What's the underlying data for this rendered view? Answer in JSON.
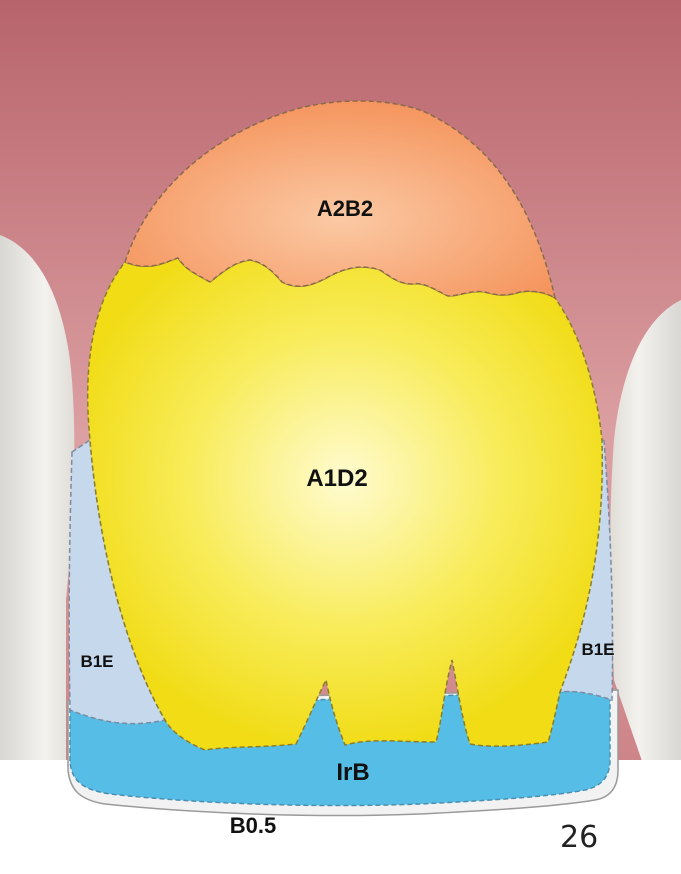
{
  "diagram": {
    "zones": [
      {
        "id": "cervical",
        "label": "A2B2",
        "color": "#f6a06a"
      },
      {
        "id": "body",
        "label": "A1D2",
        "color": "#f3e21a"
      },
      {
        "id": "left-proximal",
        "label": "B1E",
        "color": "#c6d8ec"
      },
      {
        "id": "right-proximal",
        "label": "B1E",
        "color": "#c6d8ec"
      },
      {
        "id": "incisal",
        "label": "IrB",
        "color": "#56bde6"
      },
      {
        "id": "edge",
        "label": "B0.5",
        "color": "#f2f2f2"
      }
    ],
    "gum_color": "#c97b80"
  },
  "page_number": "26"
}
